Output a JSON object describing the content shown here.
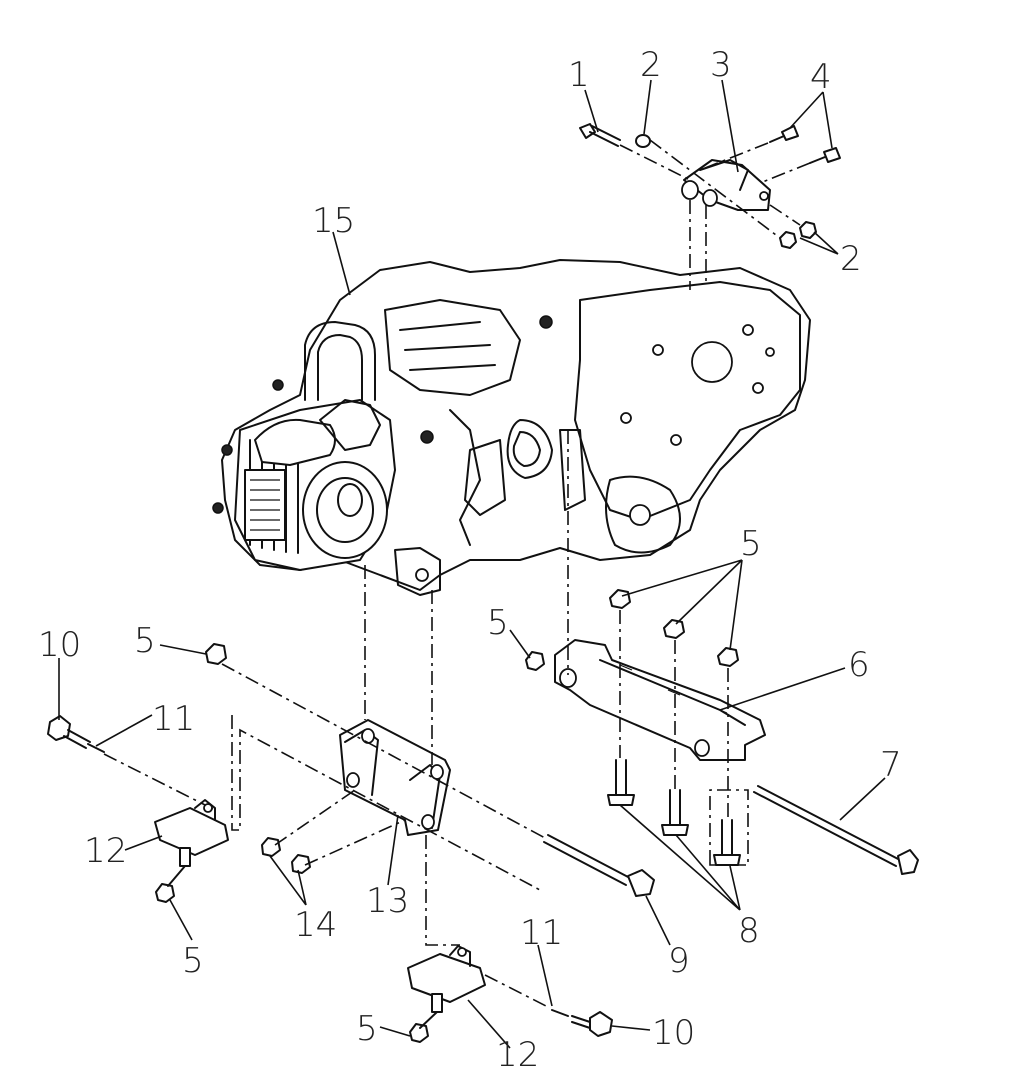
{
  "diagram": {
    "callouts": [
      {
        "id": "c1",
        "text": "1"
      },
      {
        "id": "c2a",
        "text": "2"
      },
      {
        "id": "c3",
        "text": "3"
      },
      {
        "id": "c4",
        "text": "4"
      },
      {
        "id": "c2b",
        "text": "2"
      },
      {
        "id": "c15",
        "text": "15"
      },
      {
        "id": "c5a",
        "text": "5"
      },
      {
        "id": "c5b",
        "text": "5"
      },
      {
        "id": "c6",
        "text": "6"
      },
      {
        "id": "c10a",
        "text": "10"
      },
      {
        "id": "c5c",
        "text": "5"
      },
      {
        "id": "c11a",
        "text": "11"
      },
      {
        "id": "c7",
        "text": "7"
      },
      {
        "id": "c12a",
        "text": "12"
      },
      {
        "id": "c13",
        "text": "13"
      },
      {
        "id": "c14",
        "text": "14"
      },
      {
        "id": "c5d",
        "text": "5"
      },
      {
        "id": "c8",
        "text": "8"
      },
      {
        "id": "c9",
        "text": "9"
      },
      {
        "id": "c11b",
        "text": "11"
      },
      {
        "id": "c5e",
        "text": "5"
      },
      {
        "id": "c10b",
        "text": "10"
      },
      {
        "id": "c12b",
        "text": "12"
      }
    ],
    "line_color": "#111111",
    "background": "#ffffff"
  }
}
